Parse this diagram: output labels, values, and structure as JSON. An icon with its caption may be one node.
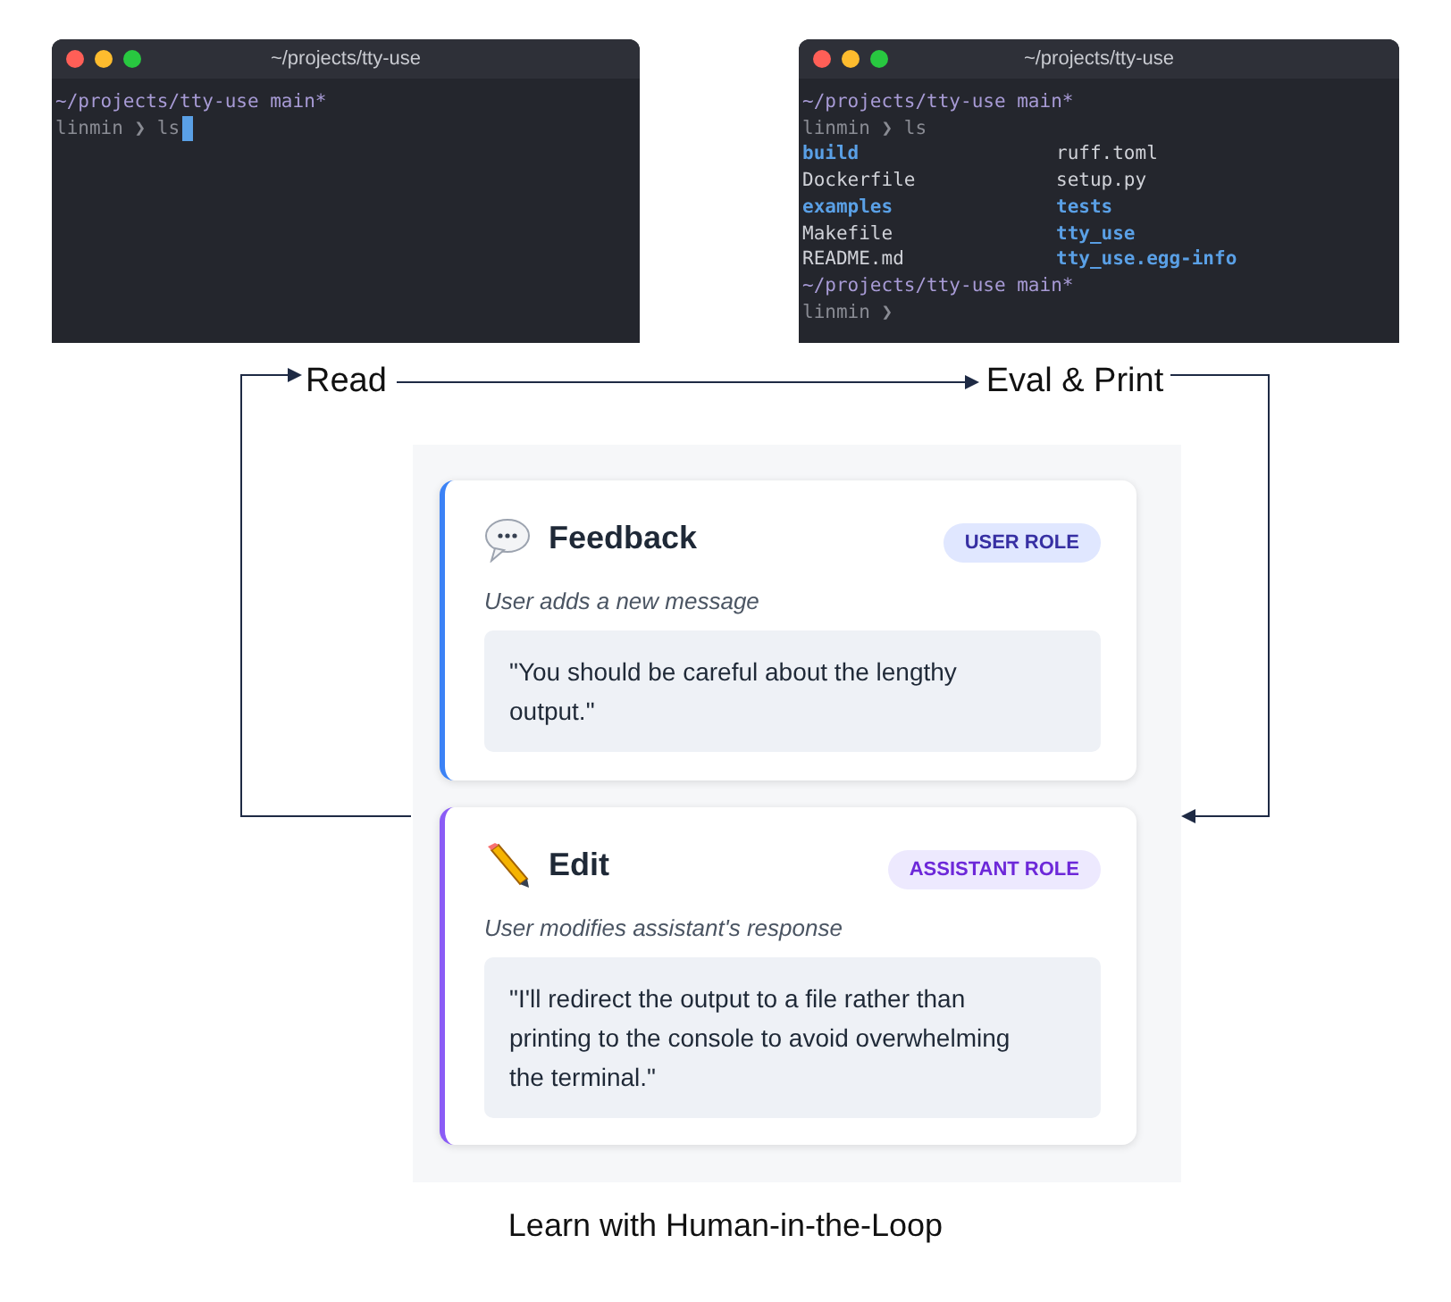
{
  "diagram": {
    "caption": "Learn with Human-in-the-Loop",
    "nodes": [
      {
        "text": [
          "~/projects/tty-use",
          "~/projects/tty-use main*",
          "linmin ❯ ls"
        ]
      },
      {
        "text": [
          "~/projects/tty-use",
          "~/projects/tty-use main*",
          "linmin ❯ ls",
          "build",
          "ruff.toml",
          "Dockerfile",
          "setup.py",
          "examples",
          "tests",
          "Makefile",
          "tty_use",
          "README.md",
          "tty_use.egg-info",
          "~/projects/tty-use main*",
          "linmin ❯"
        ]
      },
      {
        "text": [
          "Read"
        ]
      },
      {
        "text": [
          "Eval & Print"
        ]
      },
      {
        "text": [],
        "shape": "box"
      },
      {
        "text": [
          "Feedback",
          "USER ROLE",
          "User adds a new message",
          "\"You should be careful about the lengthy output.\""
        ],
        "in": 4
      },
      {
        "text": [
          "Edit",
          "ASSISTANT ROLE",
          "User modifies assistant's response",
          "\"I'll redirect the output to a file rather than printing to the console to avoid overwhelming the terminal.\""
        ],
        "in": 4
      }
    ],
    "edges": [
      {
        "from": 2,
        "to": 3,
        "arrow": "to"
      },
      {
        "from": 3,
        "to": 4,
        "arrow": "to"
      },
      {
        "from": 4,
        "to": 2,
        "arrow": "to"
      }
    ]
  }
}
